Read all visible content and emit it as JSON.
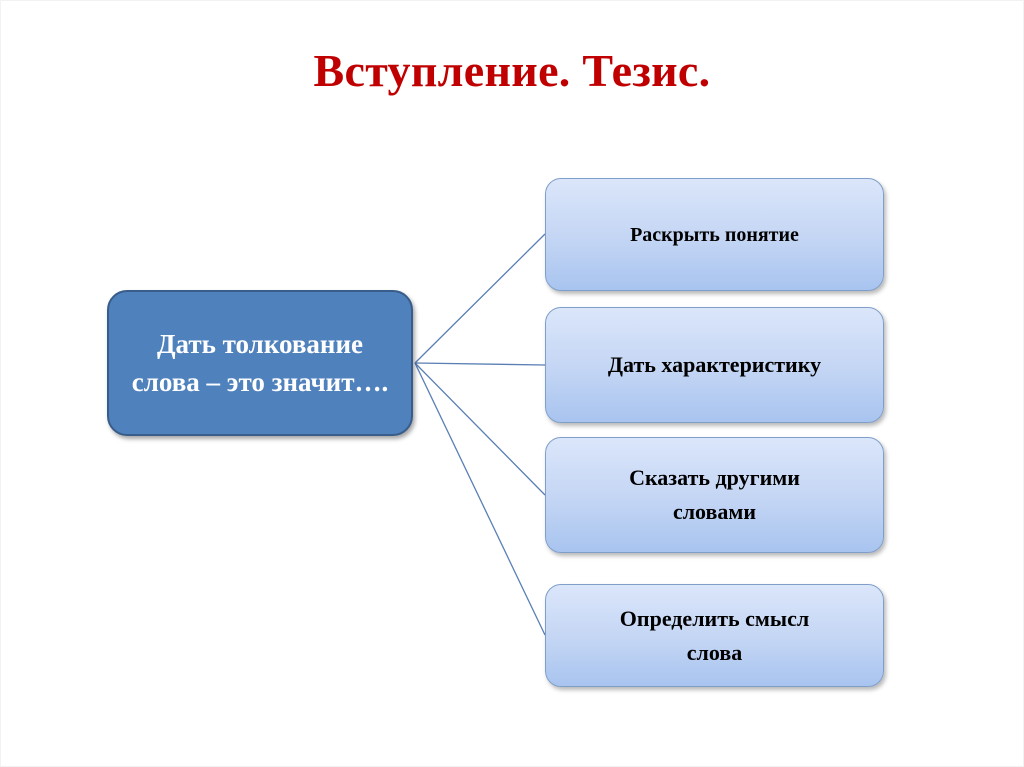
{
  "slide": {
    "title": "Вступление. Тезис.",
    "title_color": "#c00000"
  },
  "diagram": {
    "root": {
      "label": "Дать толкование слова – это значит….",
      "fill": "#4f81bd"
    },
    "branches": [
      {
        "label": "Раскрыть понятие"
      },
      {
        "label": "Дать характеристику"
      },
      {
        "label": "Сказать другими словами"
      },
      {
        "label": "Определить смысл слова"
      }
    ],
    "connector_color": "#4f81bd"
  }
}
